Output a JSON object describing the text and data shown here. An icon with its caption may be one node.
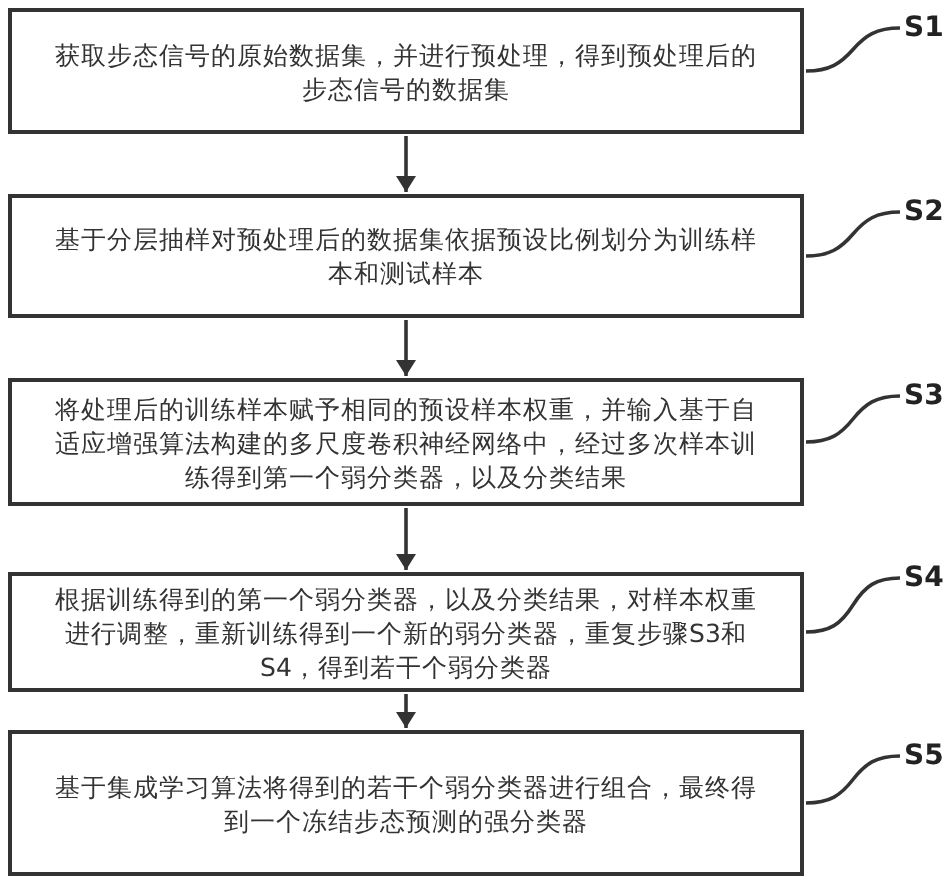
{
  "diagram": {
    "nodes": [
      {
        "text": [
          "获取步态信号的原始数据集，并进行预处理，得到预处理后的步态信号的数据集"
        ]
      },
      {
        "text": [
          "基于分层抽样对预处理后的数据集依据预设比例划分为训练样本和测试样本"
        ]
      },
      {
        "text": [
          "将处理后的训练样本赋予相同的预设样本权重，并输入基于自适应增强算法构建的多尺度卷积神经网络中，经过多次样本训练得到第一个弱分类器，以及分类结果"
        ]
      },
      {
        "text": [
          "根据训练得到的第一个弱分类器，以及分类结果，对样本权重进行调整，重新训练得到一个新的弱分类器，重复步骤S3和S4，得到若干个弱分类器"
        ]
      },
      {
        "text": [
          "基于集成学习算法将得到的若干个弱分类器进行组合，最终得到一个冻结步态预测的强分类器"
        ]
      },
      {
        "text": [
          "S1"
        ]
      },
      {
        "text": [
          "S2"
        ]
      },
      {
        "text": [
          "S3"
        ]
      },
      {
        "text": [
          "S4"
        ]
      },
      {
        "text": [
          "S5"
        ]
      }
    ],
    "edges": [
      {
        "from": 0,
        "to": 1,
        "arrow": "to"
      },
      {
        "from": 1,
        "to": 2,
        "arrow": "to"
      },
      {
        "from": 2,
        "to": 3,
        "arrow": "to"
      },
      {
        "from": 3,
        "to": 4,
        "arrow": "to"
      },
      {
        "from": 5,
        "to": 0,
        "arrow": "none"
      },
      {
        "from": 6,
        "to": 1,
        "arrow": "none"
      },
      {
        "from": 7,
        "to": 2,
        "arrow": "none"
      },
      {
        "from": 8,
        "to": 3,
        "arrow": "none"
      },
      {
        "from": 9,
        "to": 4,
        "arrow": "none"
      }
    ]
  }
}
